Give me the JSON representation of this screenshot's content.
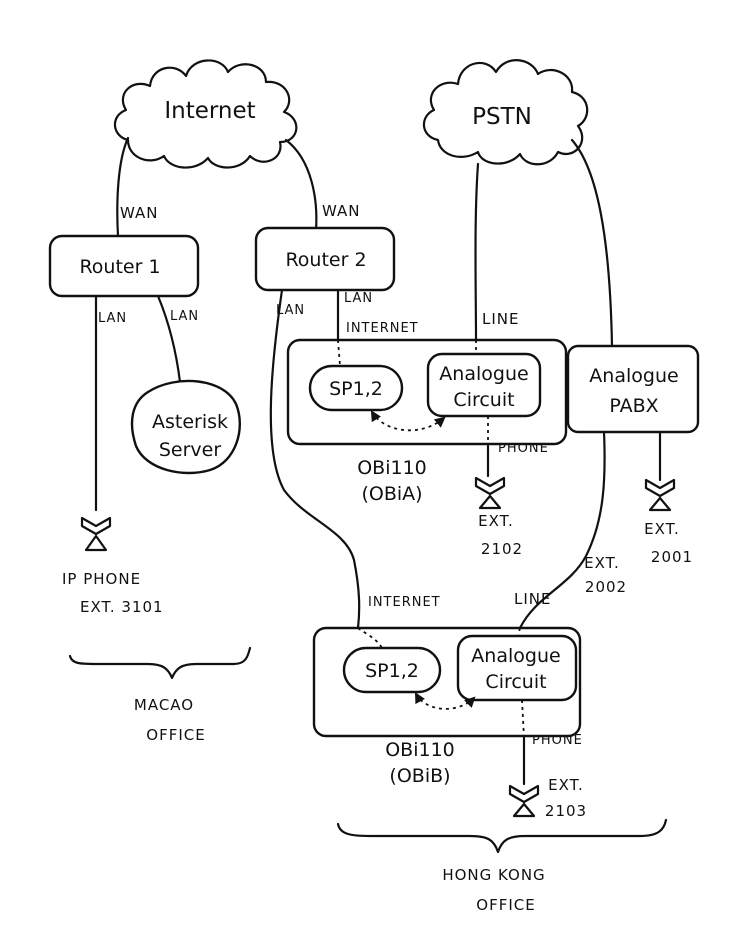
{
  "clouds": {
    "internet": "Internet",
    "pstn": "PSTN"
  },
  "links": {
    "wan_1": "WAN",
    "wan_2": "WAN",
    "r1_lan_a": "LAN",
    "r1_lan_b": "LAN",
    "r2_lan_a": "LAN",
    "r2_lan_b": "LAN",
    "obia_internet": "INTERNET",
    "obia_line": "LINE",
    "obia_phone": "PHONE",
    "obib_internet": "INTERNET",
    "obib_line": "LINE",
    "obib_phone": "PHONE"
  },
  "nodes": {
    "router1": "Router 1",
    "router2": "Router 2",
    "asterisk_l1": "Asterisk",
    "asterisk_l2": "Server",
    "pabx_l1": "Analogue",
    "pabx_l2": "PABX",
    "obia_sp": "SP1,2",
    "obia_circuit_l1": "Analogue",
    "obia_circuit_l2": "Circuit",
    "obia_name_l1": "OBi110",
    "obia_name_l2": "(OBiA)",
    "obib_sp": "SP1,2",
    "obib_circuit_l1": "Analogue",
    "obib_circuit_l2": "Circuit",
    "obib_name_l1": "OBi110",
    "obib_name_l2": "(OBiB)"
  },
  "phones": {
    "ip_l1": "IP PHONE",
    "ip_l2": "EXT. 3101",
    "ext2102_l1": "EXT.",
    "ext2102_l2": "2102",
    "ext2001_l1": "EXT.",
    "ext2001_l2": "2001",
    "ext2002_l1": "EXT.",
    "ext2002_l2": "2002",
    "ext2103_l1": "EXT.",
    "ext2103_l2": "2103"
  },
  "offices": {
    "macao_l1": "MACAO",
    "macao_l2": "OFFICE",
    "hk_l1": "HONG KONG",
    "hk_l2": "OFFICE"
  }
}
